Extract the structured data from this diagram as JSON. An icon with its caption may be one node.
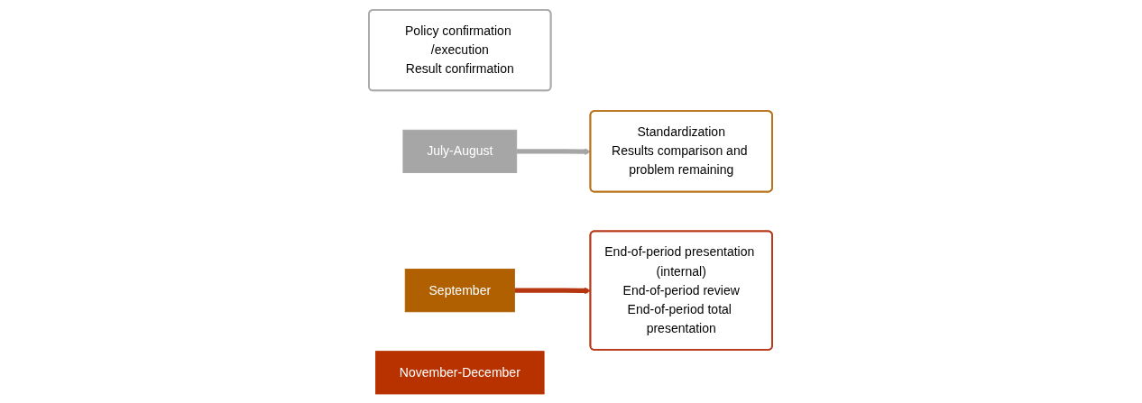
{
  "diagram": {
    "nodes": [
      {
        "text": [
          "Policy confirmation /execution",
          "Result confirmation"
        ]
      },
      {
        "text": [
          "July-August"
        ]
      },
      {
        "text": [
          "September"
        ]
      },
      {
        "text": [
          "Standardization",
          "Results comparison and problem remaining"
        ]
      },
      {
        "text": [
          "End-of-period presentation (internal)",
          "End-of-period review",
          "End-of-period total presentation"
        ]
      },
      {
        "text": [
          "November-December"
        ]
      }
    ],
    "edges": [
      {
        "from": 1,
        "to": 3,
        "arrow": "to",
        "color": "#a6a6a6"
      },
      {
        "from": 2,
        "to": 4,
        "arrow": "to",
        "color": "#b5360f"
      }
    ]
  }
}
